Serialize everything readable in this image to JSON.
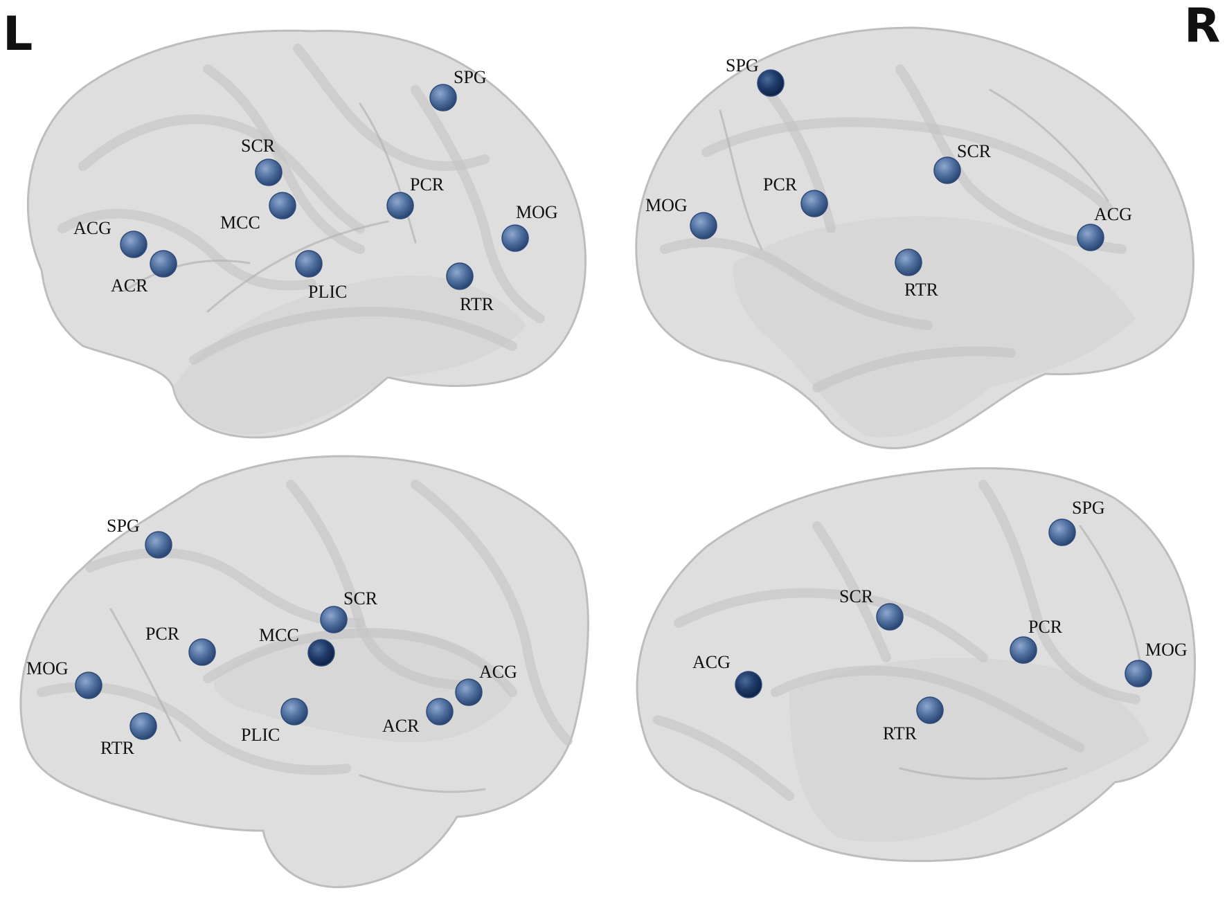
{
  "hemisphere_labels": {
    "left": "L",
    "right": "R"
  },
  "colors": {
    "node_fill": "#4f6f9e",
    "node_dark": "#1f3a68",
    "cortex": "#dedede"
  },
  "views": [
    {
      "id": "left-lateral",
      "nodes": [
        {
          "label": "SPG",
          "dark": false
        },
        {
          "label": "SCR",
          "dark": false
        },
        {
          "label": "MCC",
          "dark": false
        },
        {
          "label": "PCR",
          "dark": false
        },
        {
          "label": "MOG",
          "dark": false
        },
        {
          "label": "ACG",
          "dark": false
        },
        {
          "label": "ACR",
          "dark": false
        },
        {
          "label": "PLIC",
          "dark": false
        },
        {
          "label": "RTR",
          "dark": false
        }
      ]
    },
    {
      "id": "right-medial",
      "nodes": [
        {
          "label": "SPG",
          "dark": true
        },
        {
          "label": "SCR",
          "dark": false
        },
        {
          "label": "PCR",
          "dark": false
        },
        {
          "label": "MOG",
          "dark": false
        },
        {
          "label": "ACG",
          "dark": false
        },
        {
          "label": "RTR",
          "dark": false
        }
      ]
    },
    {
      "id": "left-medial",
      "nodes": [
        {
          "label": "SPG",
          "dark": false
        },
        {
          "label": "SCR",
          "dark": false
        },
        {
          "label": "PCR",
          "dark": false
        },
        {
          "label": "MCC",
          "dark": true
        },
        {
          "label": "MOG",
          "dark": false
        },
        {
          "label": "ACG",
          "dark": false
        },
        {
          "label": "ACR",
          "dark": false
        },
        {
          "label": "RTR",
          "dark": false
        },
        {
          "label": "PLIC",
          "dark": false
        }
      ]
    },
    {
      "id": "right-lateral",
      "nodes": [
        {
          "label": "SPG",
          "dark": false
        },
        {
          "label": "SCR",
          "dark": false
        },
        {
          "label": "PCR",
          "dark": false
        },
        {
          "label": "MOG",
          "dark": false
        },
        {
          "label": "ACG",
          "dark": true
        },
        {
          "label": "RTR",
          "dark": false
        }
      ]
    }
  ]
}
